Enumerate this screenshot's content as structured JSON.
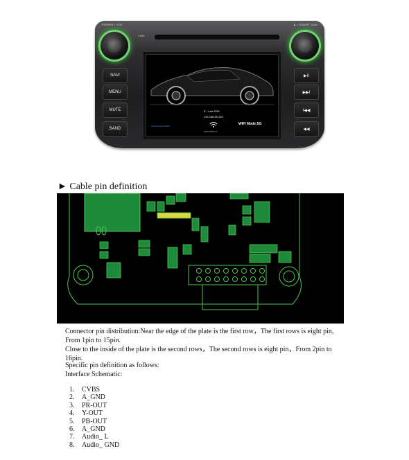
{
  "unit": {
    "power_label": "POWER • VOL",
    "smart_label": "▲ • SMART DIAL",
    "mic_label": "• MIC",
    "buttons_left": [
      "NAVI",
      "MENU",
      "MUTE",
      "BAND"
    ],
    "buttons_right": [
      "▶II",
      "▶▶I",
      "I◀◀",
      "◀◀"
    ],
    "screen": {
      "ip_line": "E - Link:SSA",
      "ip_line2": "192.168.50.254",
      "wifi_mode": "WIFI Mode:5G",
      "wifi_display": "WIFI DISPLAY",
      "phone_pill": "phone/code/1234SC"
    }
  },
  "section": {
    "title": "► Cable pin definition"
  },
  "doc": {
    "para1": "Connector pin distribution:Near the edge of the plate is the first row，The first rows is eight pin, From 1pin to 15pin.",
    "para2": "Close to the inside of the plate is the second rows，The second rows is eight pin，From 2pin to 16pin.",
    "para3": "Specific pin definition   as follows:",
    "para4": "Interface Schematic:",
    "pins": [
      {
        "n": "1.",
        "label": "CVBS"
      },
      {
        "n": "2.",
        "label": "A_GND"
      },
      {
        "n": "3.",
        "label": "PR-OUT"
      },
      {
        "n": "4.",
        "label": "Y-OUT"
      },
      {
        "n": "5.",
        "label": "PB-OUT"
      },
      {
        "n": "6.",
        "label": "A_GND"
      },
      {
        "n": "7.",
        "label": "Audio_ L"
      },
      {
        "n": "8.",
        "label": "Audio_ GND"
      }
    ]
  },
  "colors": {
    "pcb_bg": "#000000",
    "pcb_trace": "#4fc34f",
    "pcb_fill": "#1e8a3c",
    "knob_glow": "#6fd36f"
  }
}
